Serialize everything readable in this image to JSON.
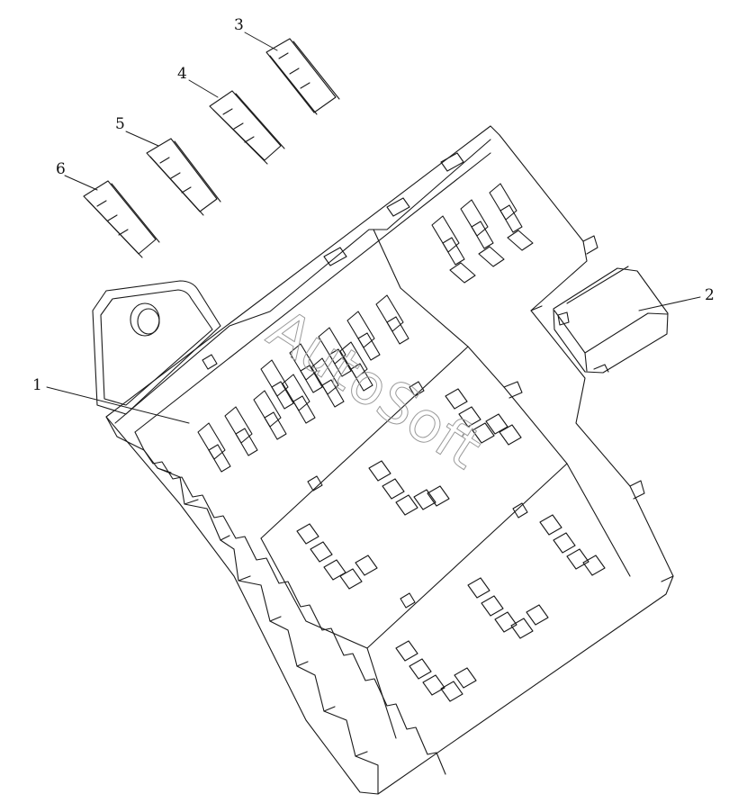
{
  "diagram": {
    "callouts": [
      {
        "id": "c1",
        "text": "1",
        "part": "fuse-relay-box-body"
      },
      {
        "id": "c2",
        "text": "2",
        "part": "relay"
      },
      {
        "id": "c3",
        "text": "3",
        "part": "fuse-holder"
      },
      {
        "id": "c4",
        "text": "4",
        "part": "fuse-holder"
      },
      {
        "id": "c5",
        "text": "5",
        "part": "fuse-holder"
      },
      {
        "id": "c6",
        "text": "6",
        "part": "fuse-holder"
      }
    ],
    "watermark": "AutoSoft"
  },
  "colors": {
    "line": "#1a1a1a",
    "background": "#ffffff",
    "watermark": "#9a9a9a"
  }
}
